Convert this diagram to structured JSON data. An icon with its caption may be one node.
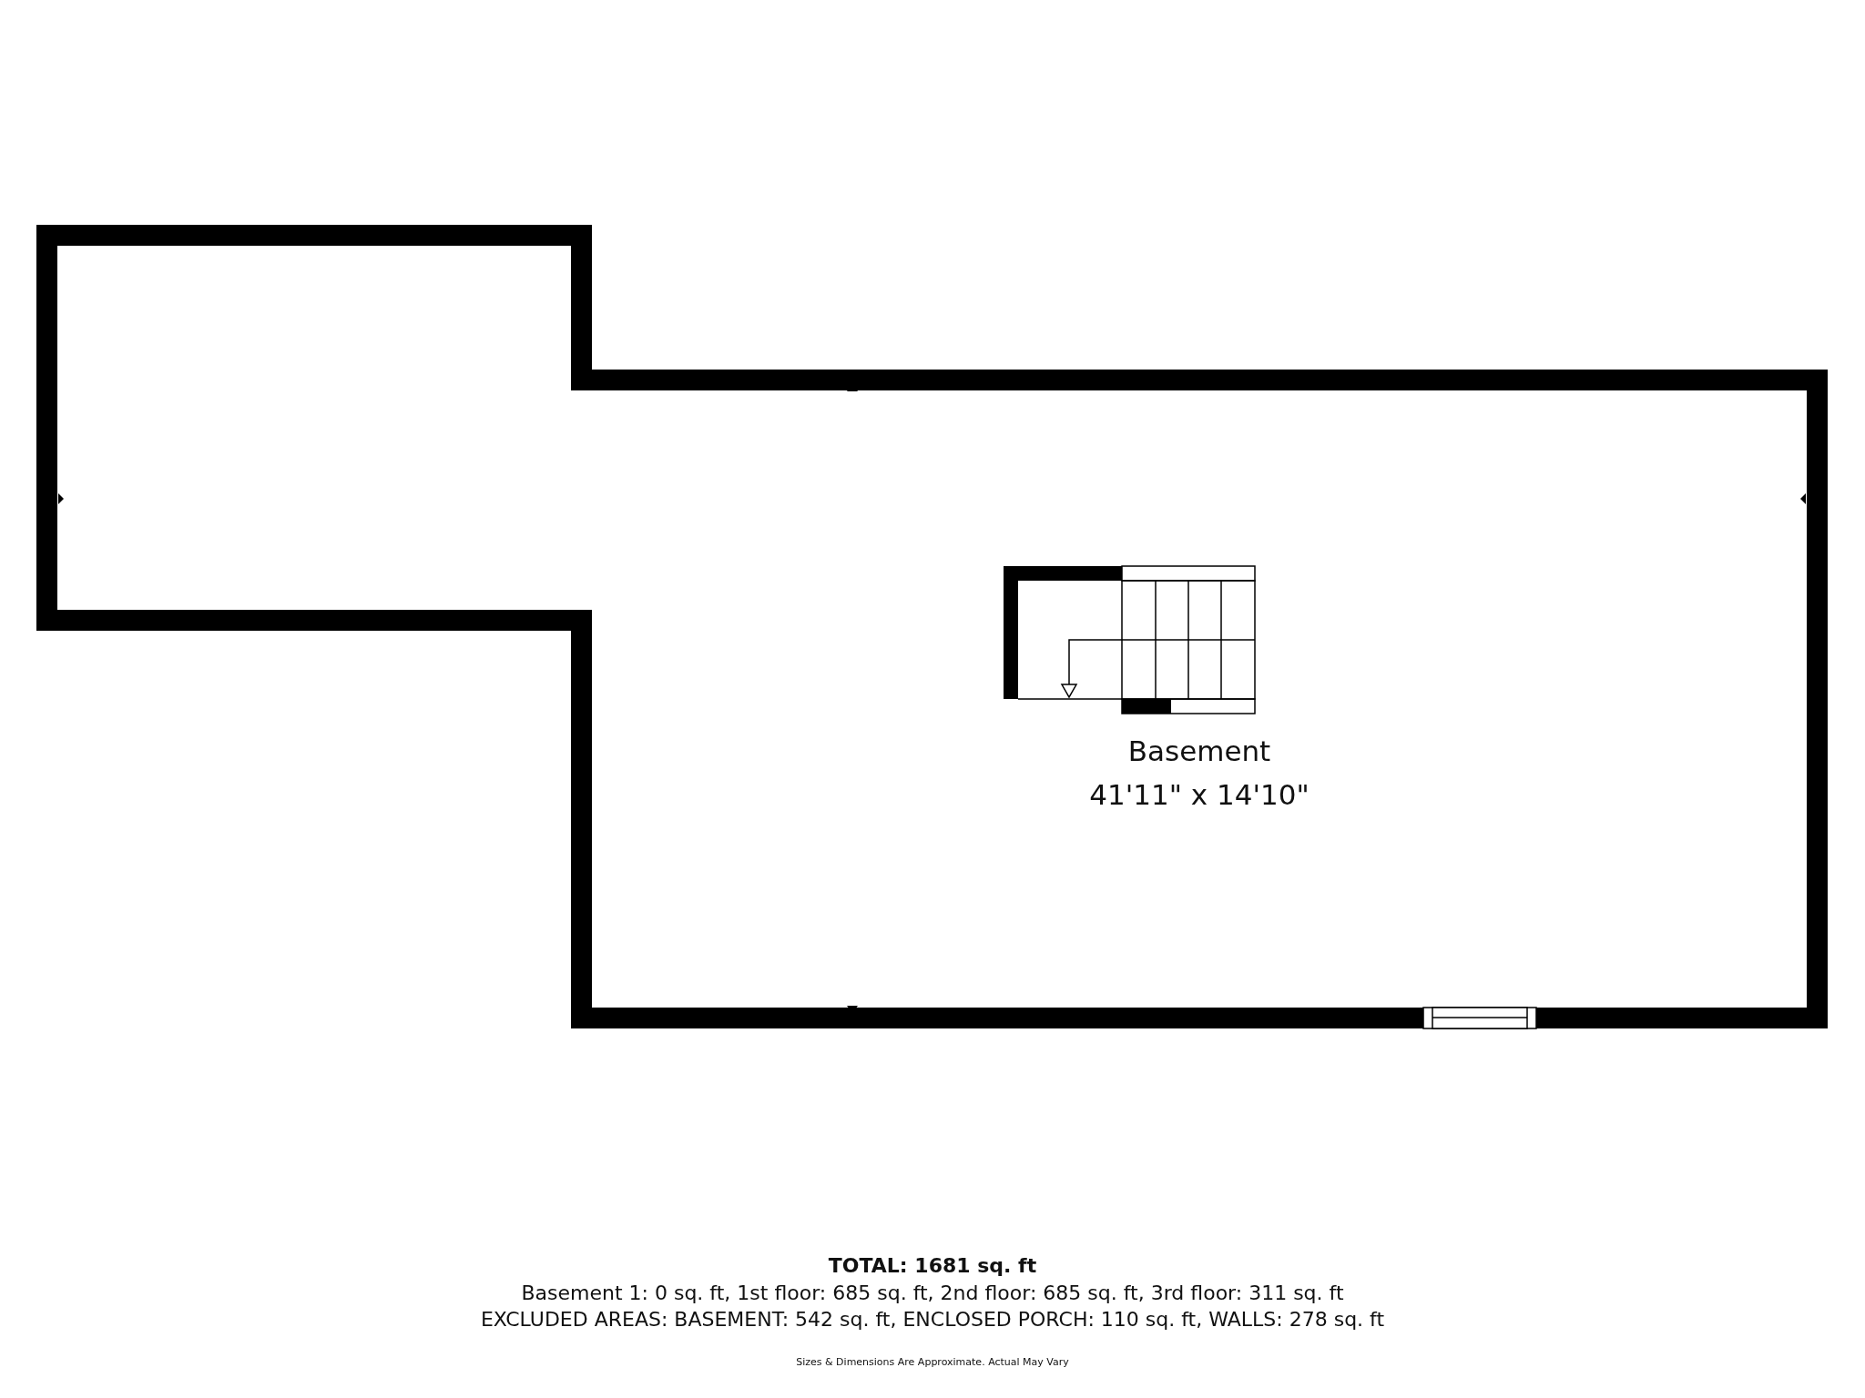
{
  "diagram": {
    "nodes": [
      {
        "text": [
          "Basement",
          "41'11\" x 14'10\""
        ]
      }
    ],
    "labels": [
      "TOTAL: 1681 sq. ft",
      "Basement 1: 0 sq. ft, 1st floor: 685 sq. ft, 2nd floor: 685 sq. ft, 3rd floor: 311 sq. ft",
      "EXCLUDED AREAS: BASEMENT: 542 sq. ft, ENCLOSED PORCH: 110 sq. ft, WALLS: 278 sq. ft",
      "Sizes & Dimensions Are Approximate. Actual May Vary"
    ]
  }
}
